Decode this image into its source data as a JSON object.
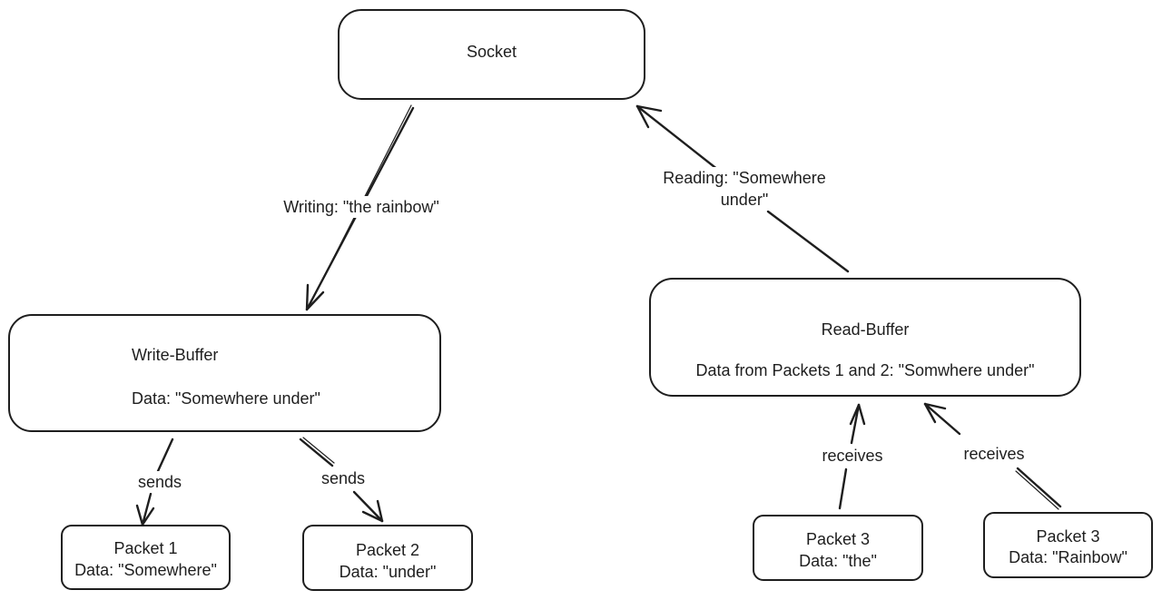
{
  "diagram": {
    "nodes": {
      "socket": {
        "title": "Socket"
      },
      "write_buffer": {
        "title": "Write-Buffer",
        "data": "Data: \"Somewhere under\""
      },
      "read_buffer": {
        "title": "Read-Buffer",
        "data": "Data from Packets 1 and 2: \"Somwhere under\""
      },
      "packet_1": {
        "title": "Packet 1",
        "data": "Data: \"Somewhere\""
      },
      "packet_2": {
        "title": "Packet 2",
        "data": "Data: \"under\""
      },
      "packet_3a": {
        "title": "Packet 3",
        "data": "Data: \"the\""
      },
      "packet_3b": {
        "title": "Packet 3",
        "data": "Data: \"Rainbow\""
      }
    },
    "edges": {
      "writing": {
        "label": "Writing: \"the rainbow\""
      },
      "reading": {
        "line1": "Reading: \"Somewhere",
        "line2": "under\""
      },
      "sends_1": {
        "label": "sends"
      },
      "sends_2": {
        "label": "sends"
      },
      "receives_1": {
        "label": "receives"
      },
      "receives_2": {
        "label": "receives"
      }
    },
    "colors": {
      "stroke": "#1e1e1e",
      "background": "#ffffff"
    }
  }
}
